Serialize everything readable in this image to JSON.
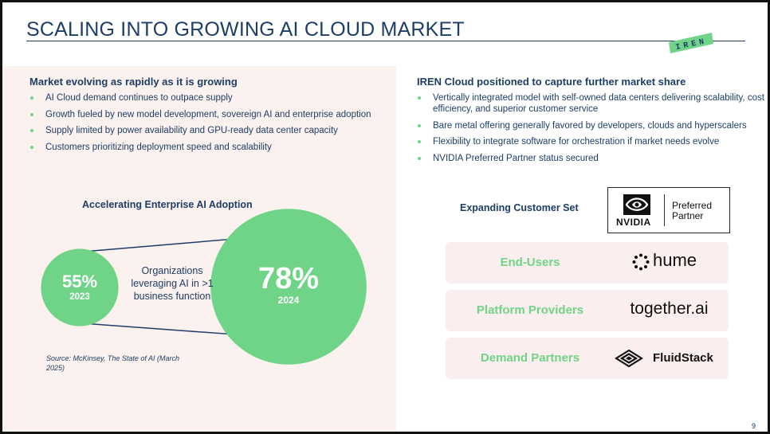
{
  "title": "SCALING INTO GROWING AI CLOUD MARKET",
  "logo_text": "IREN",
  "colors": {
    "navy": "#1d3e66",
    "green": "#6fd487",
    "panel": "#fbf1ef",
    "row": "#fbeeee"
  },
  "left": {
    "heading": "Market evolving as rapidly as it is growing",
    "bullets": [
      "AI Cloud demand continues to outpace supply",
      "Growth fueled by new model development, sovereign AI and enterprise adoption",
      "Supply limited by power availability and GPU-ready data center capacity",
      "Customers prioritizing deployment speed and scalability"
    ]
  },
  "right": {
    "heading": "IREN Cloud positioned to capture further market share",
    "bullets": [
      "Vertically integrated model with self-owned data centers delivering scalability, cost efficiency, and superior customer service",
      "Bare metal offering generally favored by developers, clouds and hyperscalers",
      "Flexibility to integrate software for orchestration if market needs evolve",
      "NVIDIA Preferred Partner status secured"
    ]
  },
  "chart_data": {
    "type": "bubble",
    "title": "Accelerating Enterprise AI Adoption",
    "description": "Organizations leveraging AI in >1 business function",
    "points": [
      {
        "year": "2023",
        "value": 55,
        "label": "55%"
      },
      {
        "year": "2024",
        "value": 78,
        "label": "78%"
      }
    ],
    "source": "Source: McKinsey, The State of AI (March 2025)"
  },
  "customers": {
    "heading": "Expanding Customer Set",
    "nvidia": {
      "wordmark": "NVIDIA",
      "line1": "Preferred",
      "line2": "Partner"
    },
    "rows": [
      {
        "label": "End-Users",
        "logo": "hume",
        "logo_icon": "dots-ring-icon"
      },
      {
        "label": "Platform Providers",
        "logo": "together.ai"
      },
      {
        "label": "Demand Partners",
        "logo": "FluidStack",
        "logo_icon": "fluidstack-icon"
      }
    ]
  },
  "page_number": "9"
}
